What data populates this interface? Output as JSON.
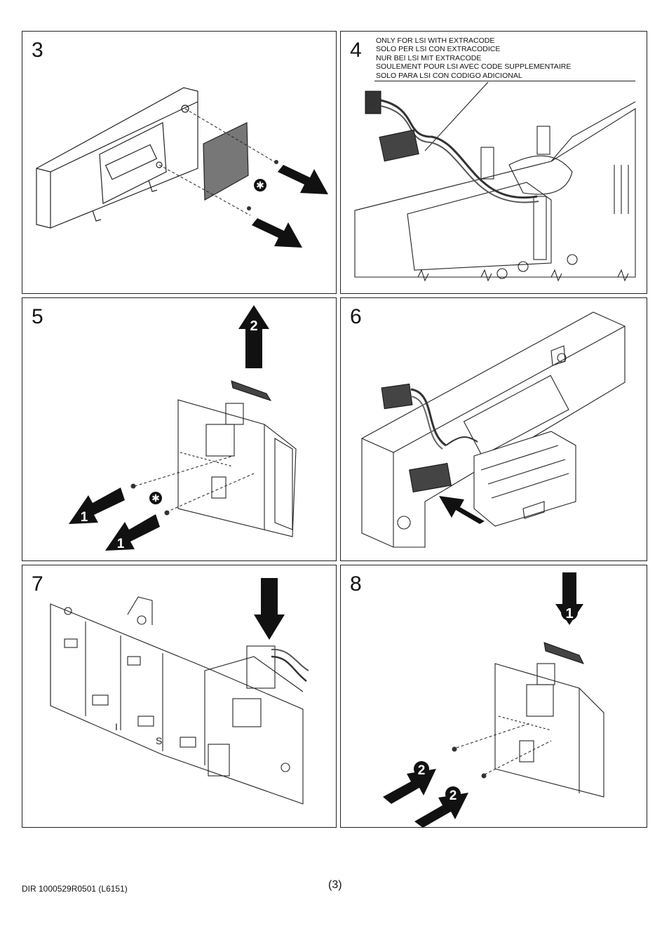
{
  "steps": [
    {
      "number": "3"
    },
    {
      "number": "4",
      "note_lines": [
        "ONLY FOR LSI WITH EXTRACODE",
        "SOLO PER LSI CON EXTRACODICE",
        "NUR BEI LSI MIT EXTRACODE",
        "SOULEMENT POUR LSI AVEC CODE SUPPLEMENTAIRE",
        "SOLO PARA LSI CON CODIGO ADICIONAL"
      ]
    },
    {
      "number": "5",
      "callouts": [
        "2",
        "1",
        "1"
      ]
    },
    {
      "number": "6"
    },
    {
      "number": "7"
    },
    {
      "number": "8",
      "callouts": [
        "1",
        "2",
        "2"
      ]
    }
  ],
  "footer": {
    "document_code": "DIR 1000529R0501 (L6151)",
    "page_label": "(3)"
  }
}
